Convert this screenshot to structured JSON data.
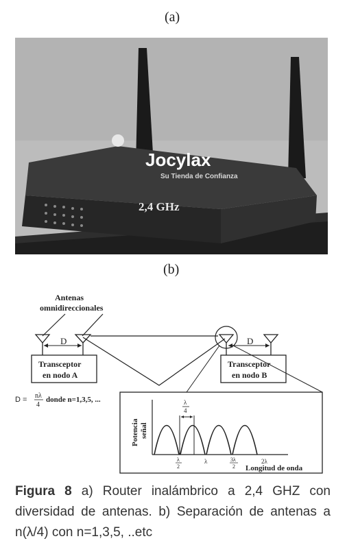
{
  "panel_a_label": "(a)",
  "panel_b_label": "(b)",
  "photo": {
    "brand": "Jocylax",
    "slogan": "Su Tienda de Confianza",
    "freq_badge": "2,4 GHz"
  },
  "diagram": {
    "antenas_line1": "Antenas",
    "antenas_line2": "omnidireccionales",
    "d_left": "D",
    "d_right": "D",
    "node_a_line1": "Transceptor",
    "node_a_line2": "en nodo A",
    "node_b_line1": "Transceptor",
    "node_b_line2": "en nodo B",
    "formula_prefix": "D =",
    "formula_num": "nλ",
    "formula_den": "4",
    "formula_suffix": "donde n=1,3,5,  ...",
    "ylabel_1": "Potencia",
    "ylabel_2": "señal",
    "lambda4_num": "λ",
    "lambda4_den": "4",
    "tick_1_num": "λ",
    "tick_1_den": "2",
    "tick_2": "λ",
    "tick_3_num": "3λ",
    "tick_3_den": "2",
    "tick_4": "2λ",
    "xlabel": "Longitud de onda"
  },
  "caption": {
    "figure_label": "Figura 8",
    "text": " a) Router inalámbrico a 2,4 GHZ con diversidad de antenas. b) Separación de antenas a n(λ/4) con n=1,3,5, ..etc"
  },
  "colors": {
    "photo_bg": "#b9b9b9",
    "router_body": "#2b2b2b",
    "ink": "#222222"
  }
}
